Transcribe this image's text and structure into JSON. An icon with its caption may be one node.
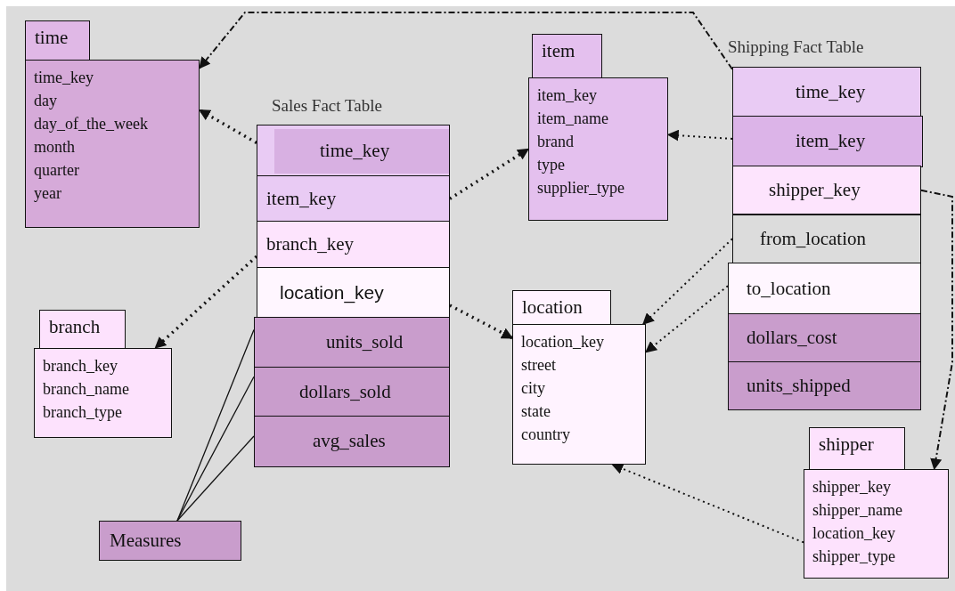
{
  "diagram": {
    "nodes": [
      {
        "text": [
          "time",
          "time_key",
          "day",
          "day_of_the_week",
          "month",
          "quarter",
          "year"
        ]
      },
      {
        "text": [
          "Sales Fact Table"
        ]
      },
      {
        "text": [
          "time_key"
        ],
        "in": 1
      },
      {
        "text": [
          "item_key"
        ],
        "in": 1
      },
      {
        "text": [
          "branch_key"
        ],
        "in": 1
      },
      {
        "text": [
          "location_key"
        ],
        "in": 1
      },
      {
        "text": [
          "units_sold"
        ],
        "in": 1
      },
      {
        "text": [
          "dollars_sold"
        ],
        "in": 1
      },
      {
        "text": [
          "avg_sales"
        ],
        "in": 1
      },
      {
        "text": [
          "item",
          "item_key",
          "item_name",
          "brand",
          "type",
          "supplier_type"
        ]
      },
      {
        "text": [
          "Shipping Fact Table"
        ]
      },
      {
        "text": [
          "time_key"
        ],
        "in": 10
      },
      {
        "text": [
          "item_key"
        ],
        "in": 10
      },
      {
        "text": [
          "shipper_key"
        ],
        "in": 10
      },
      {
        "text": [
          "from_location"
        ],
        "in": 10
      },
      {
        "text": [
          "to_location"
        ],
        "in": 10
      },
      {
        "text": [
          "dollars_cost"
        ],
        "in": 10
      },
      {
        "text": [
          "units_shipped"
        ],
        "in": 10
      },
      {
        "text": [
          "branch",
          "branch_key",
          "branch_name",
          "branch_type"
        ]
      },
      {
        "text": [
          "location",
          "location_key",
          "street",
          "city",
          "state",
          "country"
        ]
      },
      {
        "text": [
          "shipper",
          "shipper_key",
          "shipper_name",
          "location_key",
          "shipper_type"
        ]
      },
      {
        "text": [
          "Measures"
        ]
      }
    ],
    "edges": [
      {
        "from": 2,
        "to": 0,
        "arrow": "to",
        "style": "dashed"
      },
      {
        "from": 3,
        "to": 9,
        "arrow": "to",
        "style": "dashed"
      },
      {
        "from": 4,
        "to": 18,
        "arrow": "to",
        "style": "dashed"
      },
      {
        "from": 5,
        "to": 19,
        "arrow": "to",
        "style": "dashed"
      },
      {
        "from": 11,
        "to": 0,
        "arrow": "to",
        "style": "dashed"
      },
      {
        "from": 12,
        "to": 9,
        "arrow": "to",
        "style": "dashed"
      },
      {
        "from": 14,
        "to": 19,
        "arrow": "to",
        "style": "dashed"
      },
      {
        "from": 15,
        "to": 19,
        "arrow": "to",
        "style": "dashed"
      },
      {
        "from": 13,
        "to": 20,
        "arrow": "to",
        "style": "dashed"
      },
      {
        "from": 20,
        "to": 19,
        "arrow": "to",
        "style": "dashed"
      },
      {
        "from": 21,
        "to": 6,
        "arrow": "none"
      },
      {
        "from": 21,
        "to": 7,
        "arrow": "none"
      },
      {
        "from": 21,
        "to": 8,
        "arrow": "none"
      }
    ]
  }
}
